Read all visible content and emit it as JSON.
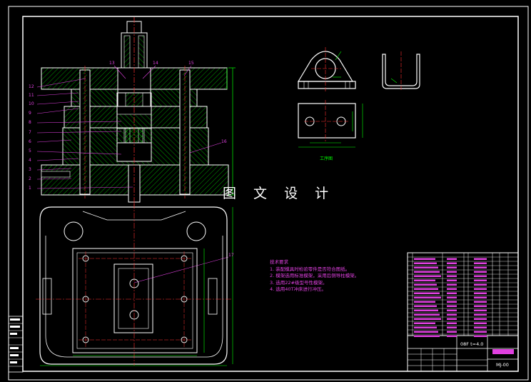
{
  "overlay_title": "图 文 设 计",
  "view_caption": "工序图",
  "part_numbers_left": [
    "12",
    "11",
    "10",
    "9",
    "8",
    "7",
    "6",
    "5",
    "4",
    "3",
    "2",
    "1"
  ],
  "part_numbers_top": [
    "13",
    "14",
    "15"
  ],
  "part_number_side": "16",
  "part_number_bottom": "17",
  "notes": {
    "title": "技术要求",
    "lines": [
      "1. 装配模具时检验零件是否符合图纸。",
      "2. 模架选用标准模架，采用后侧导柱模架。",
      "3. 选用22#级型号性模架。",
      "4. 选用40T冲床进行冲压。"
    ]
  },
  "title_block": {
    "spec": "08F  t=4.0",
    "drawing_no": "MJ-00"
  },
  "colors": {
    "background": "#000000",
    "outline": "#ffffff",
    "centerline": "#ff3030",
    "dimension": "#00ff00",
    "hatch": "#00c800",
    "leader": "#e040e0"
  }
}
